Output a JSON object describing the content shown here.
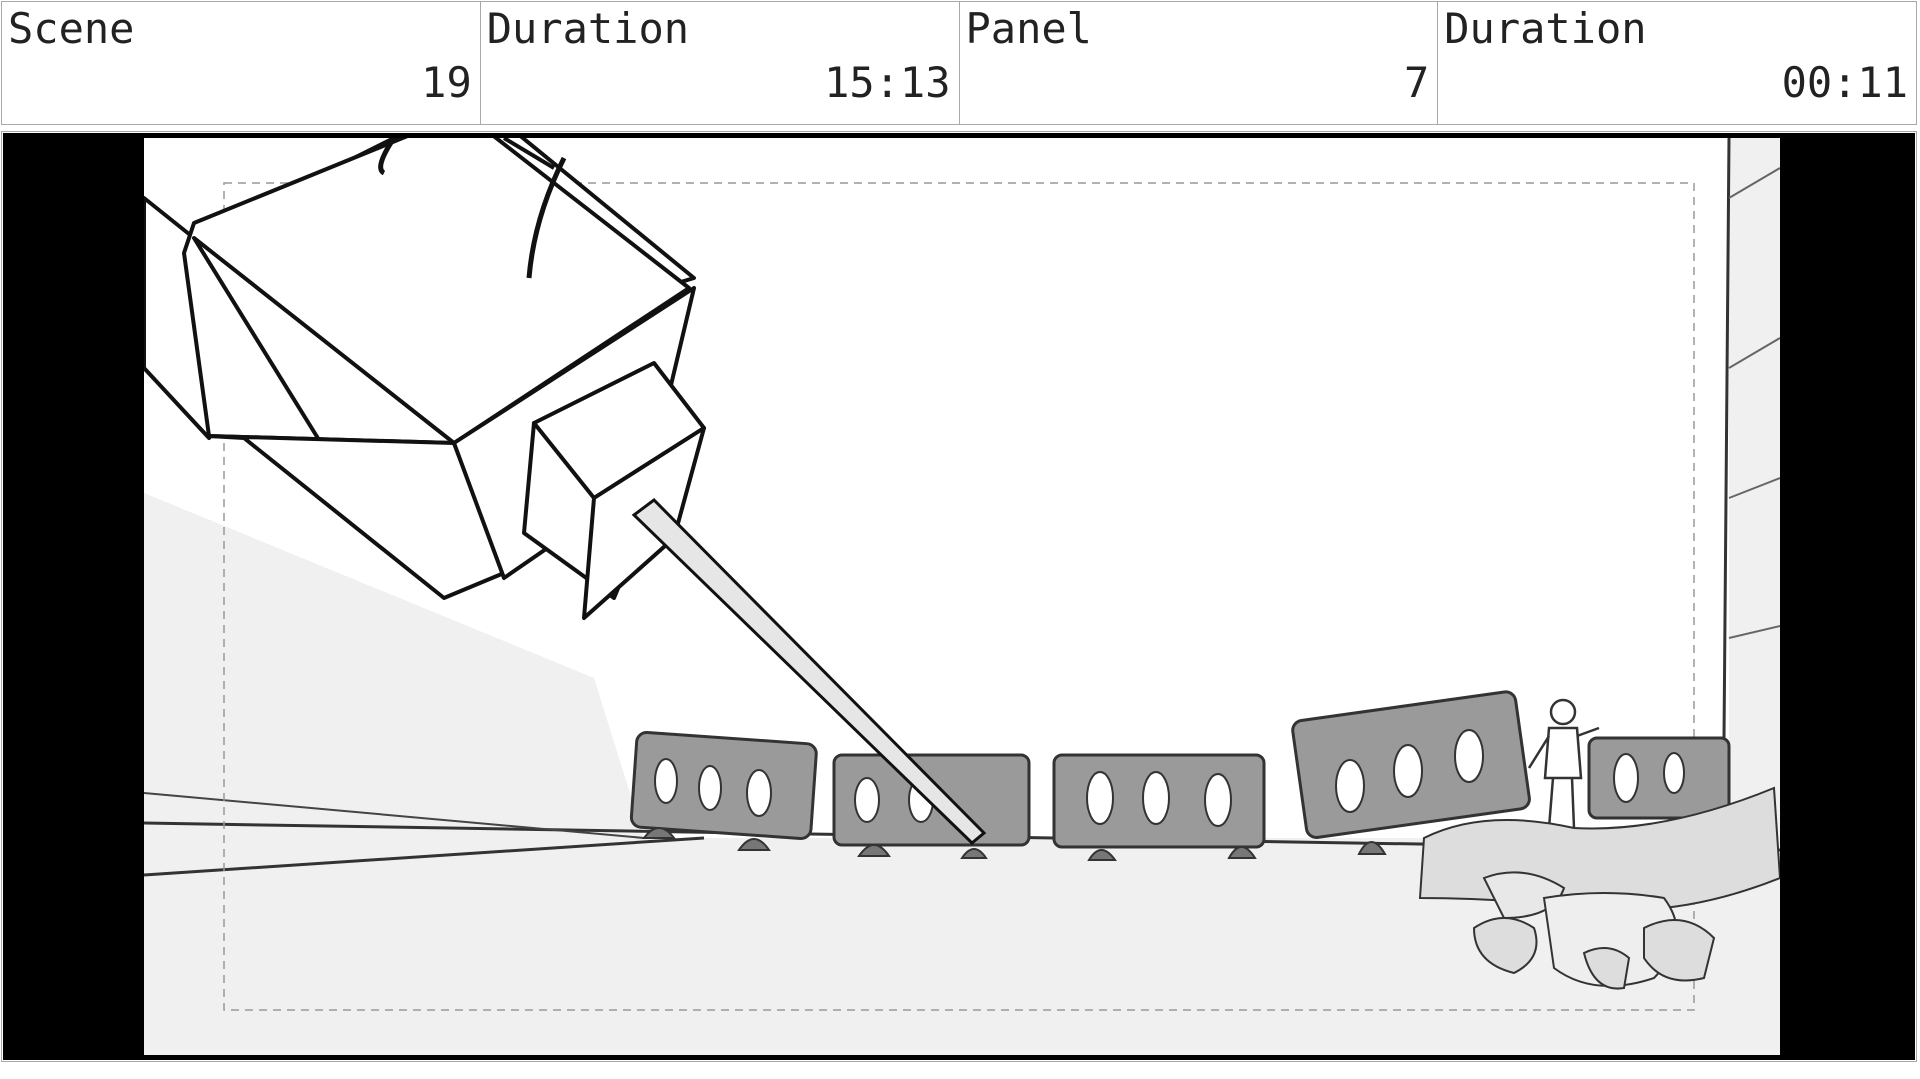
{
  "header": {
    "cells": [
      {
        "label": "Scene",
        "value": "19"
      },
      {
        "label": "Duration",
        "value": "15:13"
      },
      {
        "label": "Panel",
        "value": "7"
      },
      {
        "label": "Duration",
        "value": "00:11"
      }
    ]
  }
}
